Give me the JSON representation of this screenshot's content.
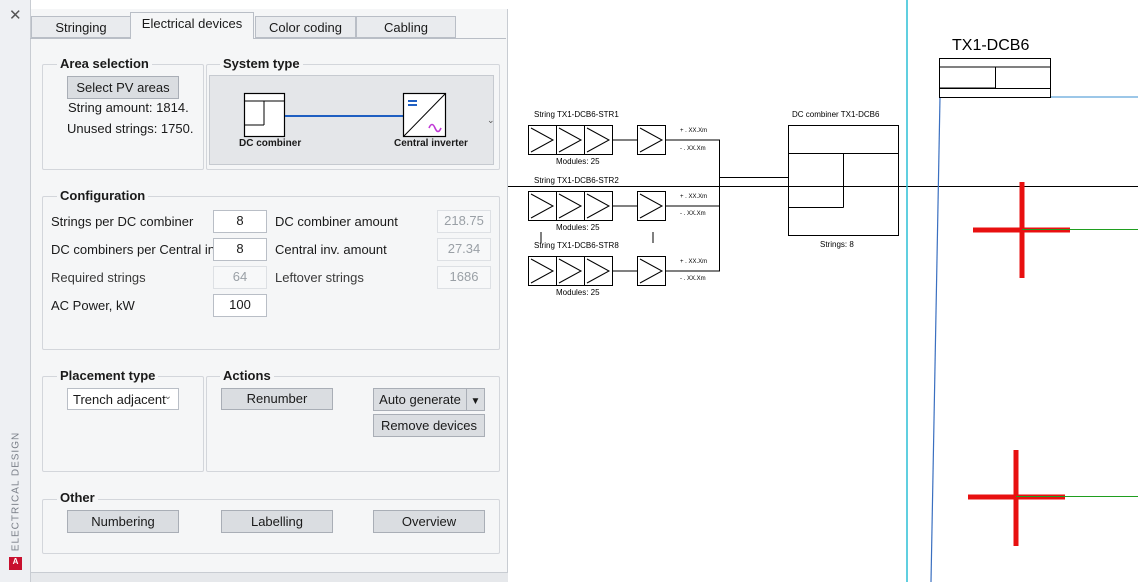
{
  "sidebar": {
    "vertical_title": "ELECTRICAL DESIGN",
    "close_label": "✕",
    "logo_letter": "A"
  },
  "tabs": [
    "Stringing",
    "Electrical devices",
    "Color coding",
    "Cabling"
  ],
  "area_selection": {
    "title": "Area selection",
    "button": "Select PV areas",
    "string_amount": "String amount: 1814.",
    "unused_strings": "Unused strings: 1750."
  },
  "system_type": {
    "title": "System type",
    "left_label": "DC combiner",
    "right_label": "Central inverter"
  },
  "configuration": {
    "title": "Configuration",
    "strings_per_dc_label": "Strings per DC combiner",
    "strings_per_dc_value": "8",
    "dc_per_central_label": "DC combiners per Central inv.",
    "dc_per_central_value": "8",
    "required_strings_label": "Required strings",
    "required_strings_value": "64",
    "ac_power_label": "AC Power, kW",
    "ac_power_value": "100",
    "dc_amount_label": "DC combiner amount",
    "dc_amount_value": "218.75",
    "central_amount_label": "Central inv. amount",
    "central_amount_value": "27.34",
    "leftover_label": "Leftover strings",
    "leftover_value": "1686"
  },
  "placement": {
    "title": "Placement type",
    "selected": "Trench adjacent"
  },
  "actions": {
    "title": "Actions",
    "renumber": "Renumber",
    "auto_generate": "Auto generate",
    "remove_devices": "Remove devices"
  },
  "other": {
    "title": "Other",
    "numbering": "Numbering",
    "labelling": "Labelling",
    "overview": "Overview"
  },
  "canvas": {
    "title": "TX1-DCB6",
    "string1_label": "String TX1-DCB6-STR1",
    "string2_label": "String TX1-DCB6-STR2",
    "string3_label": "String TX1-DCB6-STR8",
    "modules1": "Modules: 25",
    "modules2": "Modules: 25",
    "modules3": "Modules: 25",
    "plus_label": "+ . XX.Xm",
    "minus_label": "- . XX.Xm",
    "combiner_label": "DC combiner TX1-DCB6",
    "combiner_strings": "Strings: 8"
  },
  "colors": {
    "accent_blue": "#1f5fc2",
    "red_marker": "#e81010",
    "green_line": "#1f9e1f",
    "cyan_line": "#2bbfd6"
  }
}
